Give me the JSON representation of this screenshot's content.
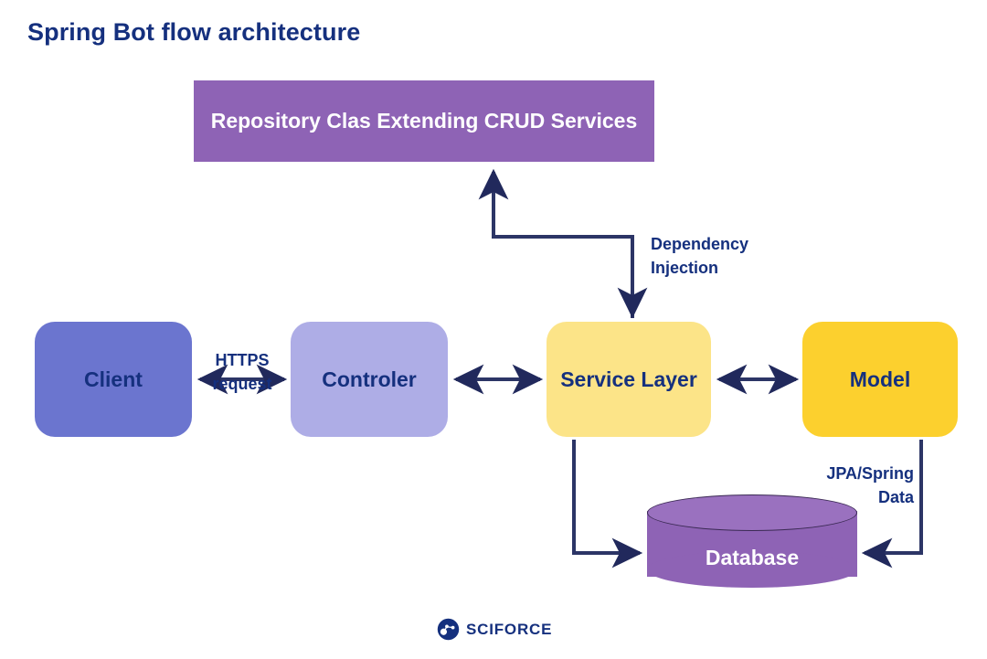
{
  "page": {
    "title": "Spring Bot flow architecture",
    "background": "#ffffff",
    "accent_navy": "#15307e",
    "line_color": "#2c3566"
  },
  "nodes": {
    "repository": {
      "label": "Repository Clas Extending\nCRUD Services",
      "color": "#8e63b5",
      "text_color": "#ffffff",
      "shape": "rectangle"
    },
    "client": {
      "label": "Client",
      "color": "#6b75cf",
      "text_color": "#15307e",
      "shape": "rounded-rect"
    },
    "controler": {
      "label": "Controler",
      "color": "#aeade6",
      "text_color": "#15307e",
      "shape": "rounded-rect"
    },
    "service": {
      "label": "Service\nLayer",
      "color": "#fce488",
      "text_color": "#15307e",
      "shape": "rounded-rect"
    },
    "model": {
      "label": "Model",
      "color": "#fcd02e",
      "text_color": "#15307e",
      "shape": "rounded-rect"
    },
    "database": {
      "label": "Database",
      "color": "#8e63b5",
      "text_color": "#ffffff",
      "shape": "cylinder"
    }
  },
  "edges": {
    "client_controler": {
      "label": "HTTPS\nrequest",
      "direction": "bidirectional"
    },
    "controler_service": {
      "label": "",
      "direction": "bidirectional"
    },
    "service_model": {
      "label": "",
      "direction": "bidirectional"
    },
    "service_repository": {
      "label": "",
      "direction": "up"
    },
    "repository_service": {
      "label": "Dependency\nInjection",
      "direction": "down"
    },
    "service_database": {
      "label": "",
      "direction": "right"
    },
    "model_database": {
      "label": "JPA/Spring\nData",
      "direction": "left"
    }
  },
  "footer": {
    "brand": "SCIFORCE",
    "logo_icon": "sciforce-network-globe-icon"
  }
}
